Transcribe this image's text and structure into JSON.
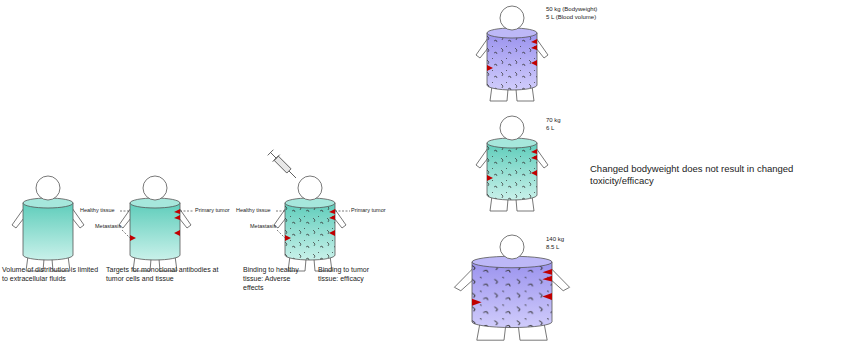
{
  "diagram": {
    "labels": [
      "Volume of distribution is limited to extracellular fluids",
      "Healthy tissue",
      "Primary tumor",
      "Metastasis",
      "Targets for monoclonal antibodies at tumor cells and tissue",
      "Healthy tissue",
      "Primary tumor",
      "Metastasis",
      "Binding to healthy tissue: Adverse effects",
      "Binding to tumor tissue: efficacy",
      "50 kg (Bodyweight)",
      "5 L (Blood volume)",
      "70 kg",
      "6 L",
      "Changed bodyweight does not result in changed toxicity/efficacy",
      "140 kg",
      "8.5 L"
    ]
  }
}
